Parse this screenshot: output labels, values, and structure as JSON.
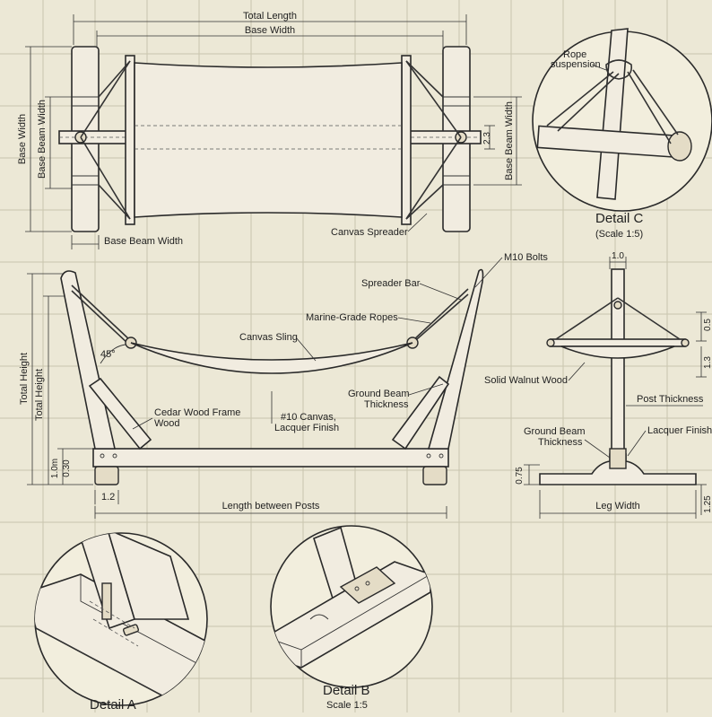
{
  "sheet": {
    "top_view": {
      "total_length": "Total Length",
      "base_width_top": "Base Width",
      "base_width_left": "Base Width",
      "base_beam_width_left": "Base Beam Width",
      "base_beam_width_bottom": "Base Beam Width",
      "base_beam_width_right": "Base Beam Width",
      "dim_2_3": "2.3",
      "canvas_spreader": "Canvas Spreader"
    },
    "side_view": {
      "total_height_outer": "Total Height",
      "total_height_inner": "Total Height",
      "dim_1_0m": "1.0m",
      "dim_0_30": "0.30",
      "dim_1_2": "1.2",
      "length_between_posts": "Length between Posts",
      "angle": "45°",
      "m10_bolts": "M10 Bolts",
      "spreader_bar": "Spreader Bar",
      "marine_grade_ropes": "Marine-Grade Ropes",
      "canvas_sling": "Canvas Sling",
      "ground_beam_thickness_1": "Ground Beam",
      "ground_beam_thickness_2": "Thickness",
      "cedar_frame_1": "Cedar Wood Frame",
      "cedar_frame_2": "Wood",
      "canvas_finish_1": "#10 Canvas,",
      "canvas_finish_2": "Lacquer Finish"
    },
    "end_view": {
      "dim_1_0": "1.0",
      "dim_0_5": "0.5",
      "dim_1_3": "1.3",
      "dim_0_75": "0.75",
      "dim_1_25": "1.25",
      "solid_walnut": "Solid Walnut Wood",
      "post_thickness": "Post Thickness",
      "ground_beam_1": "Ground Beam",
      "ground_beam_2": "Thickness",
      "lacquer_finish": "Lacquer Finish",
      "leg_width": "Leg Width"
    },
    "detail_c": {
      "rope_suspension_1": "Rope",
      "rope_suspension_2": "suspension",
      "title": "Detail C",
      "scale": "(Scale 1:5)"
    },
    "detail_a": {
      "title": "Detail A"
    },
    "detail_b": {
      "title": "Detail B",
      "scale": "Scale 1:5"
    }
  }
}
